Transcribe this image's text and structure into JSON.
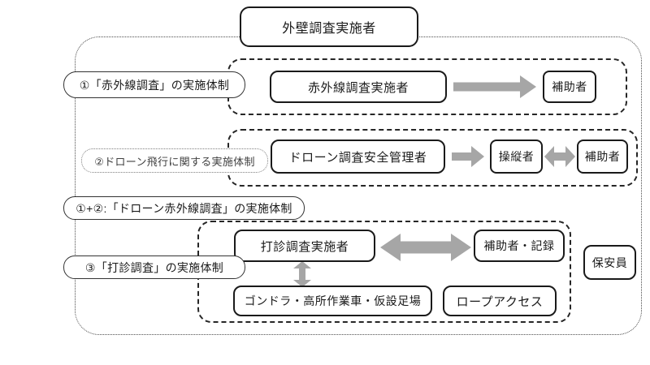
{
  "colors": {
    "arrow": "#a6a6a6"
  },
  "title": "外壁調査実施者",
  "section1": {
    "label": "①「赤外線調査」の実施体制",
    "main": "赤外線調査実施者",
    "helper": "補助者"
  },
  "section2": {
    "label": "②ドローン飛行に関する実施体制",
    "manager": "ドローン調査安全管理者",
    "operator": "操縦者",
    "helper": "補助者"
  },
  "section3": {
    "label": "①+②:「ドローン赤外線調査」の実施体制"
  },
  "section4": {
    "label": "③「打診調査」の実施体制",
    "main": "打診調査実施者",
    "helper": "補助者・記録",
    "platform": "ゴンドラ・高所作業車・仮設足場",
    "rope": "ロープアクセス",
    "guard": "保安員"
  }
}
